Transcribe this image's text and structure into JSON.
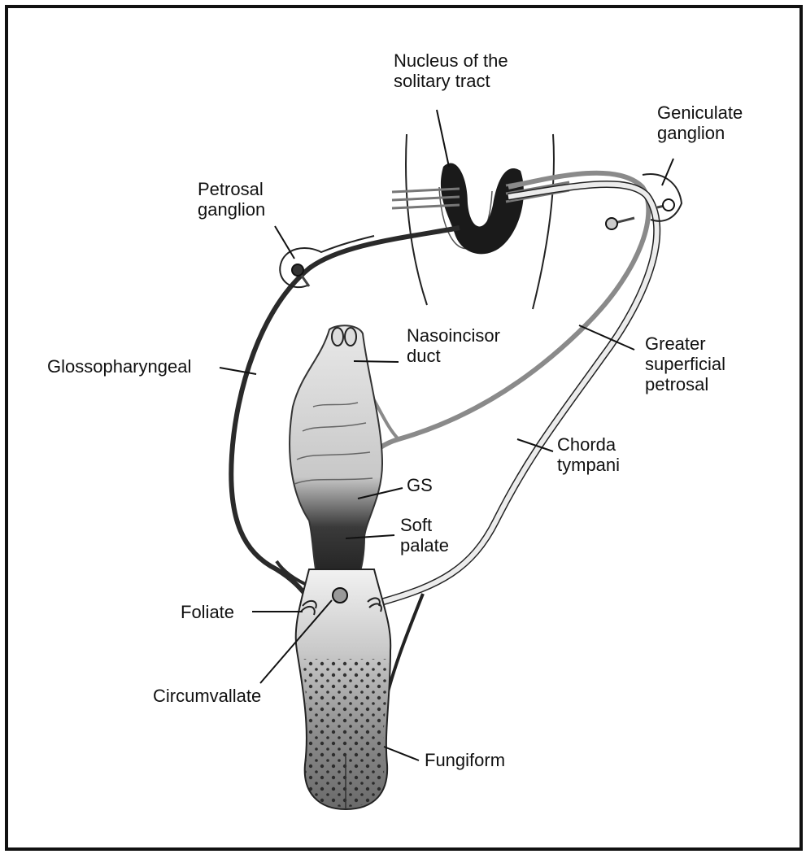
{
  "labels": {
    "nucleus_solitary_tract": "Nucleus of the\nsolitary tract",
    "geniculate_ganglion": "Geniculate\nganglion",
    "petrosal_ganglion": "Petrosal\nganglion",
    "nasoincisor_duct": "Nasoincisor\nduct",
    "glossopharyngeal": "Glossopharyngeal",
    "greater_superficial_petrosal": "Greater\nsuperficial\npetrosal",
    "chorda_tympani": "Chorda\ntympani",
    "gs": "GS",
    "soft_palate": "Soft\npalate",
    "foliate": "Foliate",
    "circumvallate": "Circumvallate",
    "fungiform": "Fungiform"
  },
  "colors": {
    "ink": "#111111",
    "nerve_dark": "#2a2a2a",
    "nerve_grey": "#8a8a8a",
    "nerve_light": "#d8d8d8",
    "palate": "#cfcfcf",
    "tongue": "#bdbdbd"
  }
}
